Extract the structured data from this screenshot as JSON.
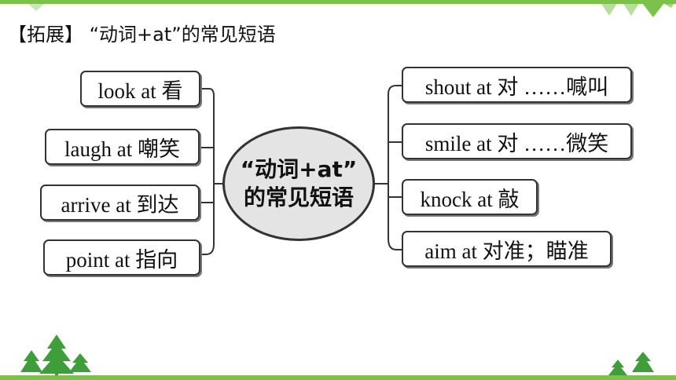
{
  "heading": "【拓展】 “动词+at”的常见短语",
  "center": {
    "line1": "“动词+at”",
    "line2": "的常见短语"
  },
  "left_items": [
    "look at 看",
    "laugh at 嘲笑",
    "arrive at 到达",
    "point at 指向"
  ],
  "right_items": [
    "shout at 对 ……喊叫",
    "smile at 对 ……微笑",
    "knock at 敲",
    "aim at 对准；瞄准"
  ],
  "colors": {
    "accent_green": "#7cc24a",
    "tree_green": "#3f9e3a",
    "ellipse_fill": "#e4e4e4",
    "border": "#333333"
  },
  "icons": [
    "tree-icon",
    "chevron-icon"
  ]
}
